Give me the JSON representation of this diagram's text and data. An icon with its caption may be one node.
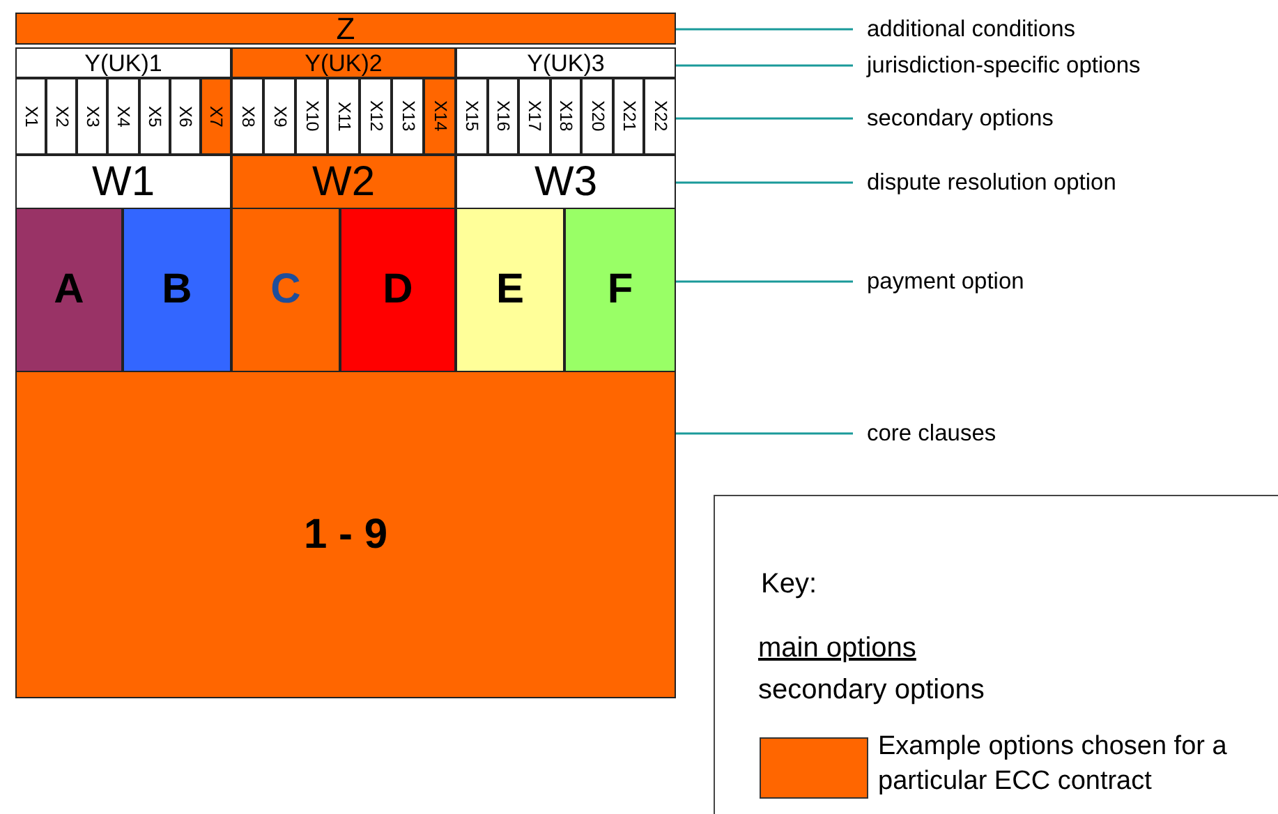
{
  "diagram": {
    "nodes": [
      {
        "text": [
          "Z"
        ]
      },
      {
        "text": [
          "Y(UK)1"
        ]
      },
      {
        "text": [
          "Y(UK)2"
        ]
      },
      {
        "text": [
          "Y(UK)3"
        ]
      },
      {
        "text": [
          "X1"
        ]
      },
      {
        "text": [
          "X2"
        ]
      },
      {
        "text": [
          "X3"
        ]
      },
      {
        "text": [
          "X4"
        ]
      },
      {
        "text": [
          "X5"
        ]
      },
      {
        "text": [
          "X6"
        ]
      },
      {
        "text": [
          "X7"
        ]
      },
      {
        "text": [
          "X8"
        ]
      },
      {
        "text": [
          "X9"
        ]
      },
      {
        "text": [
          "X10"
        ]
      },
      {
        "text": [
          "X11"
        ]
      },
      {
        "text": [
          "X12"
        ]
      },
      {
        "text": [
          "X13"
        ]
      },
      {
        "text": [
          "X14"
        ]
      },
      {
        "text": [
          "X15"
        ]
      },
      {
        "text": [
          "X16"
        ]
      },
      {
        "text": [
          "X17"
        ]
      },
      {
        "text": [
          "X18"
        ]
      },
      {
        "text": [
          "X20"
        ]
      },
      {
        "text": [
          "X21"
        ]
      },
      {
        "text": [
          "X22"
        ]
      },
      {
        "text": [
          "W1"
        ]
      },
      {
        "text": [
          "W2"
        ]
      },
      {
        "text": [
          "W3"
        ]
      },
      {
        "text": [
          "A"
        ]
      },
      {
        "text": [
          "B"
        ]
      },
      {
        "text": [
          "C"
        ]
      },
      {
        "text": [
          "D"
        ]
      },
      {
        "text": [
          "E"
        ]
      },
      {
        "text": [
          "F"
        ]
      },
      {
        "text": [
          "1 - 9"
        ]
      },
      {
        "text": [
          "additional conditions"
        ]
      },
      {
        "text": [
          "jurisdiction-specific options"
        ]
      },
      {
        "text": [
          "secondary options"
        ]
      },
      {
        "text": [
          "dispute resolution option"
        ]
      },
      {
        "text": [
          "payment option"
        ]
      },
      {
        "text": [
          "core clauses"
        ]
      },
      {
        "text": [
          "Key:",
          "main options",
          "secondary options"
        ]
      }
    ],
    "edges": [
      {
        "from": 35,
        "to": 0,
        "arrow": "none"
      },
      {
        "from": 36,
        "to": 3,
        "arrow": "none"
      },
      {
        "from": 37,
        "to": 24,
        "arrow": "none"
      },
      {
        "from": 38,
        "to": 27,
        "arrow": "none"
      },
      {
        "from": 39,
        "to": 33,
        "arrow": "none"
      },
      {
        "from": 40,
        "to": 34,
        "arrow": "none"
      }
    ],
    "legend": [
      {
        "text": "Example options chosen for a particular ECC contract",
        "color": "#ff6600"
      }
    ]
  }
}
